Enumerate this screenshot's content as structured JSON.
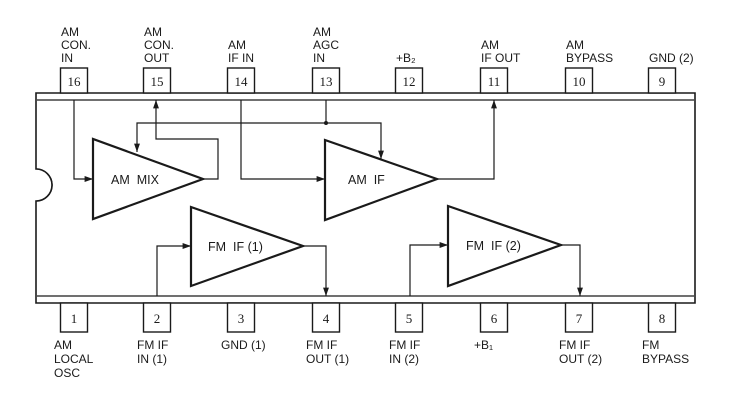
{
  "diagram": {
    "title": "",
    "colors": {
      "ink": "#1a1a1a",
      "background": "#ffffff"
    },
    "top_pins": [
      {
        "number": "16",
        "label_lines": [
          "AM",
          "CON.",
          "IN"
        ]
      },
      {
        "number": "15",
        "label_lines": [
          "AM",
          "CON.",
          "OUT"
        ]
      },
      {
        "number": "14",
        "label_lines": [
          "AM",
          "IF  IN"
        ]
      },
      {
        "number": "13",
        "label_lines": [
          "AM",
          "AGC",
          "IN"
        ]
      },
      {
        "number": "12",
        "label_lines": [
          "+B₂"
        ]
      },
      {
        "number": "11",
        "label_lines": [
          "AM",
          "IF  OUT"
        ]
      },
      {
        "number": "10",
        "label_lines": [
          "AM",
          "BYPASS"
        ]
      },
      {
        "number": "9",
        "label_lines": [
          "GND (2)"
        ]
      }
    ],
    "bottom_pins": [
      {
        "number": "1",
        "label_lines": [
          "AM",
          "LOCAL",
          "OSC"
        ]
      },
      {
        "number": "2",
        "label_lines": [
          "FM  IF",
          "IN (1)"
        ]
      },
      {
        "number": "3",
        "label_lines": [
          "GND (1)"
        ]
      },
      {
        "number": "4",
        "label_lines": [
          "FM  IF",
          "OUT (1)"
        ]
      },
      {
        "number": "5",
        "label_lines": [
          "FM  IF",
          "IN (2)"
        ]
      },
      {
        "number": "6",
        "label_lines": [
          "+B₁"
        ]
      },
      {
        "number": "7",
        "label_lines": [
          "FM  IF",
          "OUT (2)"
        ]
      },
      {
        "number": "8",
        "label_lines": [
          "FM",
          " BYPASS"
        ]
      }
    ],
    "amplifiers": [
      {
        "id": "am-mix",
        "label": "AM  MIX"
      },
      {
        "id": "am-if",
        "label": "AM  IF"
      },
      {
        "id": "fm-if-1",
        "label": "FM  IF (1)"
      },
      {
        "id": "fm-if-2",
        "label": "FM  IF (2)"
      }
    ],
    "connections": [
      {
        "from": "pin-16",
        "to": "am-mix-input"
      },
      {
        "from": "am-mix-output",
        "to": "pin-15"
      },
      {
        "from": "pin-13",
        "to": "am-mix-control"
      },
      {
        "from": "pin-13",
        "to": "am-if-control"
      },
      {
        "from": "pin-14",
        "to": "am-if-input"
      },
      {
        "from": "am-if-output",
        "to": "pin-11"
      },
      {
        "from": "pin-2",
        "to": "fm-if-1-input"
      },
      {
        "from": "fm-if-1-output",
        "to": "pin-4"
      },
      {
        "from": "pin-5",
        "to": "fm-if-2-input"
      },
      {
        "from": "fm-if-2-output",
        "to": "pin-7"
      }
    ]
  }
}
